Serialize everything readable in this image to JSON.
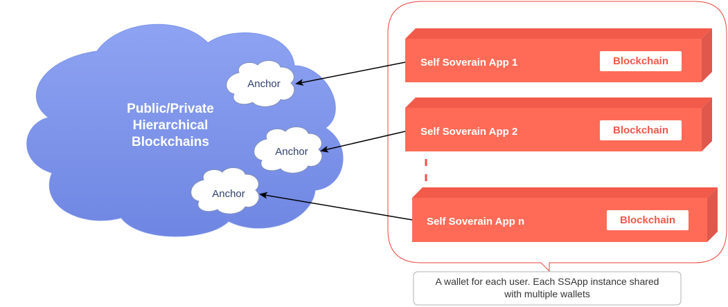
{
  "cloud": {
    "title_lines": [
      "Public/Private",
      "Hierarchical",
      "Blockchains"
    ],
    "anchors": [
      "Anchor",
      "Anchor",
      "Anchor"
    ]
  },
  "apps": [
    {
      "label": "Self Soverain App 1",
      "badge": "Blockchain"
    },
    {
      "label": "Self Soverain App 2",
      "badge": "Blockchain"
    },
    {
      "label": "Self Soverain App n",
      "badge": "Blockchain"
    }
  ],
  "callout": {
    "lines": [
      "A wallet for each user. Each SSApp instance shared",
      "with multiple wallets"
    ]
  },
  "colors": {
    "cloud_fill": "#7b93ea",
    "app_front": "#ff6b57",
    "app_top": "#f25a4a",
    "app_side": "#e0574b",
    "container_border": "#e8413c",
    "dash": "#ff4b4b"
  }
}
